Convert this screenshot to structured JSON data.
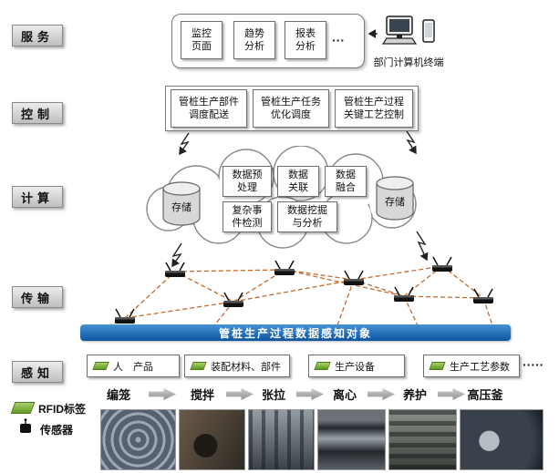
{
  "layer_labels": {
    "service": "服务",
    "control": "控制",
    "computing": "计算",
    "transmission": "传输",
    "perception": "感知"
  },
  "service": {
    "boxes": [
      "监控\n页面",
      "趋势\n分析",
      "报表\n分析"
    ],
    "ellipsis": "···",
    "terminal_label": "部门计算机终端"
  },
  "control": {
    "boxes": [
      "管桩生产部件\n调度配送",
      "管桩生产任务\n优化调度",
      "管桩生产过程\n关键工艺控制"
    ]
  },
  "computing": {
    "storage_left": "存储",
    "storage_right": "存储",
    "boxes": [
      "数据预\n处理",
      "数据\n关联",
      "数据\n融合",
      "复杂事\n件检测",
      "数据挖掘\n与分析"
    ]
  },
  "transmission": {
    "bus_label": "管桩生产过程数据感知对象"
  },
  "perception": {
    "boxes": [
      "人　产品",
      "装配材料、部件",
      "生产设备",
      "生产工艺参数"
    ],
    "ellipsis": "·····"
  },
  "legend": {
    "rfid": "RFID标签",
    "sensor": "传感器"
  },
  "process": {
    "steps": [
      "编笼",
      "搅拌",
      "张拉",
      "离心",
      "养护",
      "高压釜"
    ]
  },
  "colors": {
    "bus_blue": "#0d55a0",
    "mesh_orange": "#c66a2e",
    "tag_green": "#6fae2c"
  }
}
